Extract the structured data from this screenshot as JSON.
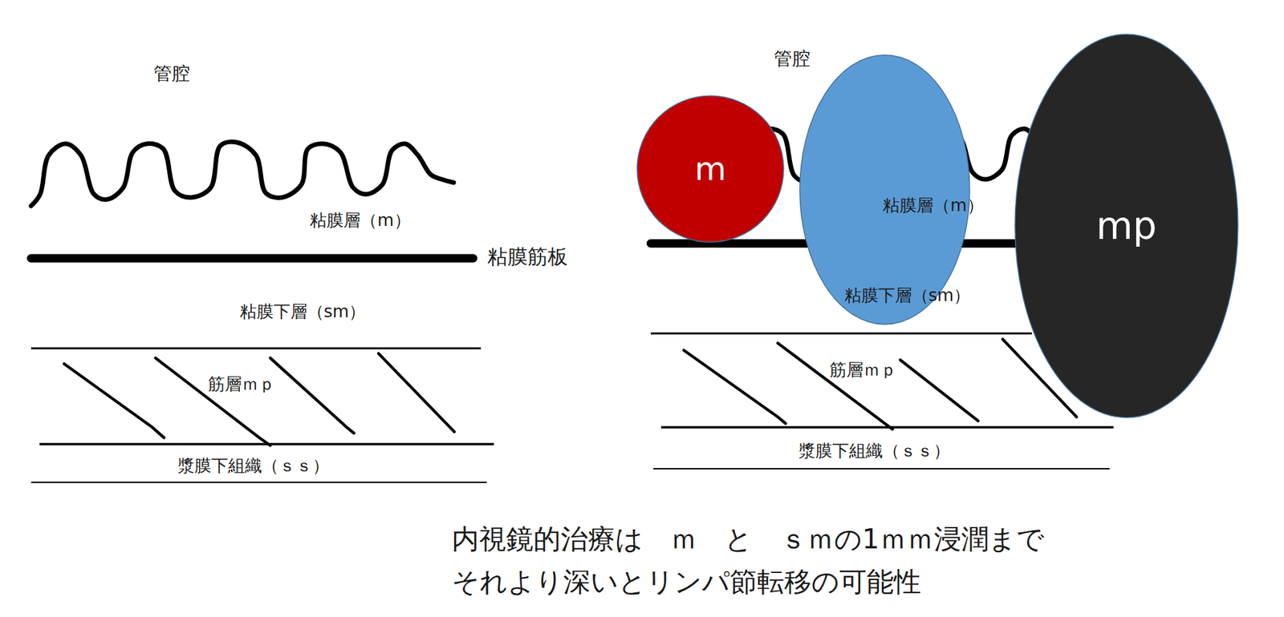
{
  "diagram": {
    "nodes": [
      {
        "text": [
          "m"
        ]
      },
      {
        "text": [
          "mp"
        ]
      }
    ],
    "labels": [
      "管腔",
      "粘膜層（m）",
      "粘膜筋板",
      "粘膜下層（sm）",
      "筋層ｍｐ",
      "漿膜下組織（ｓｓ）",
      "管腔",
      "粘膜層（m）",
      "粘膜下層（sm）",
      "筋層ｍｐ",
      "漿膜下組織（ｓｓ）",
      "内視鏡的治療は　ｍ　と　ｓｍの1ｍｍ浸潤まで",
      "それより深いとリンパ節転移の可能性"
    ]
  }
}
